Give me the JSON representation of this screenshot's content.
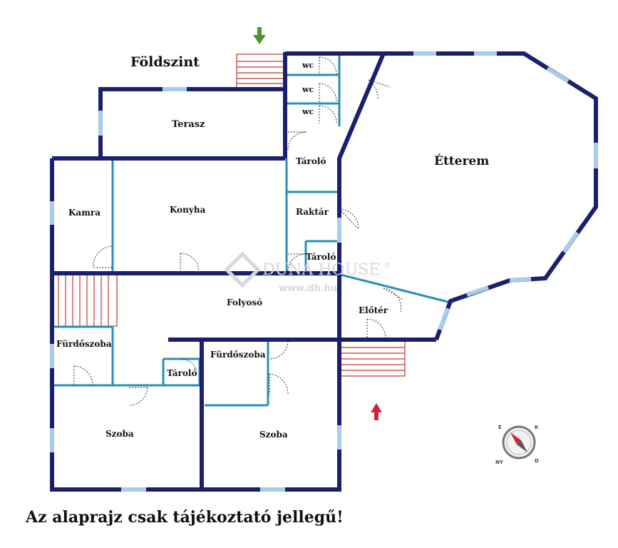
{
  "floor_title": "Földszint",
  "disclaimer": "Az alaprajz csak tájékoztató jellegű!",
  "watermark": {
    "brand": "DUNA HOUSE",
    "registered": "®",
    "url": "www.dh.hu"
  },
  "rooms": {
    "wc_1": "wc",
    "wc_2": "wc",
    "wc_3": "wc",
    "terasz": "Terasz",
    "taroló_top": "Tároló",
    "etterem": "Étterem",
    "kamra": "Kamra",
    "konyha": "Konyha",
    "raktar": "Raktár",
    "taroló_mid": "Tároló",
    "folyoso": "Folyosó",
    "eloter": "Előtér",
    "furdoszoba_left": "Fürdőszoba",
    "furdoszoba_mid": "Fürdőszoba",
    "taroló_small": "Tároló",
    "szoba_left": "Szoba",
    "szoba_mid": "Szoba"
  },
  "compass": {
    "labels": [
      "É",
      "K",
      "D",
      "NY"
    ]
  },
  "colors": {
    "outer_wall": "#1b1f6e",
    "inner_wall": "#2a8fb3",
    "window": "#a9cde8",
    "stairs": "#c0392b",
    "entry_arrow": "#c8283c",
    "upper_arrow": "#4b9a2a",
    "watermark": "#d8d8d8"
  }
}
